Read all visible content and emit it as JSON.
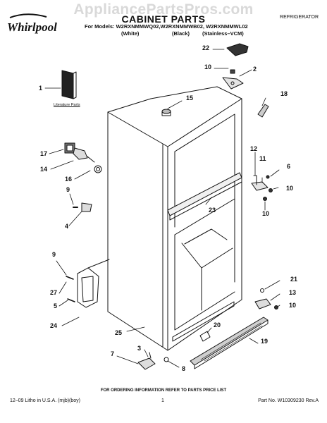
{
  "watermark": "AppliancePartsPros.com",
  "brand": {
    "name": "Whirlpool"
  },
  "header": {
    "title": "CABINET PARTS",
    "category": "REFRIGERATOR",
    "models_line": "For Models: W2RXNMMWQ02,W2RXNMMWB02, W2RXNMMWL02",
    "variants": [
      "(White)",
      "(Black)",
      "(Stainless–VCM)"
    ]
  },
  "literature_label": "Literature Parts",
  "callouts": {
    "n1": "1",
    "n2": "2",
    "n3": "3",
    "n4": "4",
    "n5": "5",
    "n6": "6",
    "n7": "7",
    "n8": "8",
    "n9a": "9",
    "n9b": "9",
    "n10a": "10",
    "n10b": "10",
    "n10c": "10",
    "n10d": "10",
    "n11": "11",
    "n12": "12",
    "n13": "13",
    "n14": "14",
    "n15": "15",
    "n16": "16",
    "n17": "17",
    "n18": "18",
    "n19": "19",
    "n20": "20",
    "n21": "21",
    "n22": "22",
    "n23": "23",
    "n24": "24",
    "n25": "25",
    "n27": "27"
  },
  "footer": {
    "ordering_note": "FOR ORDERING INFORMATION REFER TO PARTS PRICE LIST",
    "litho": "12–09 Litho in U.S.A. (mjb)(boy)",
    "page": "1",
    "part_no": "Part No. W10309230 Rev.A"
  },
  "colors": {
    "line": "#111111",
    "watermark": "#d9d9d9",
    "shade": "#cfcfcf"
  }
}
